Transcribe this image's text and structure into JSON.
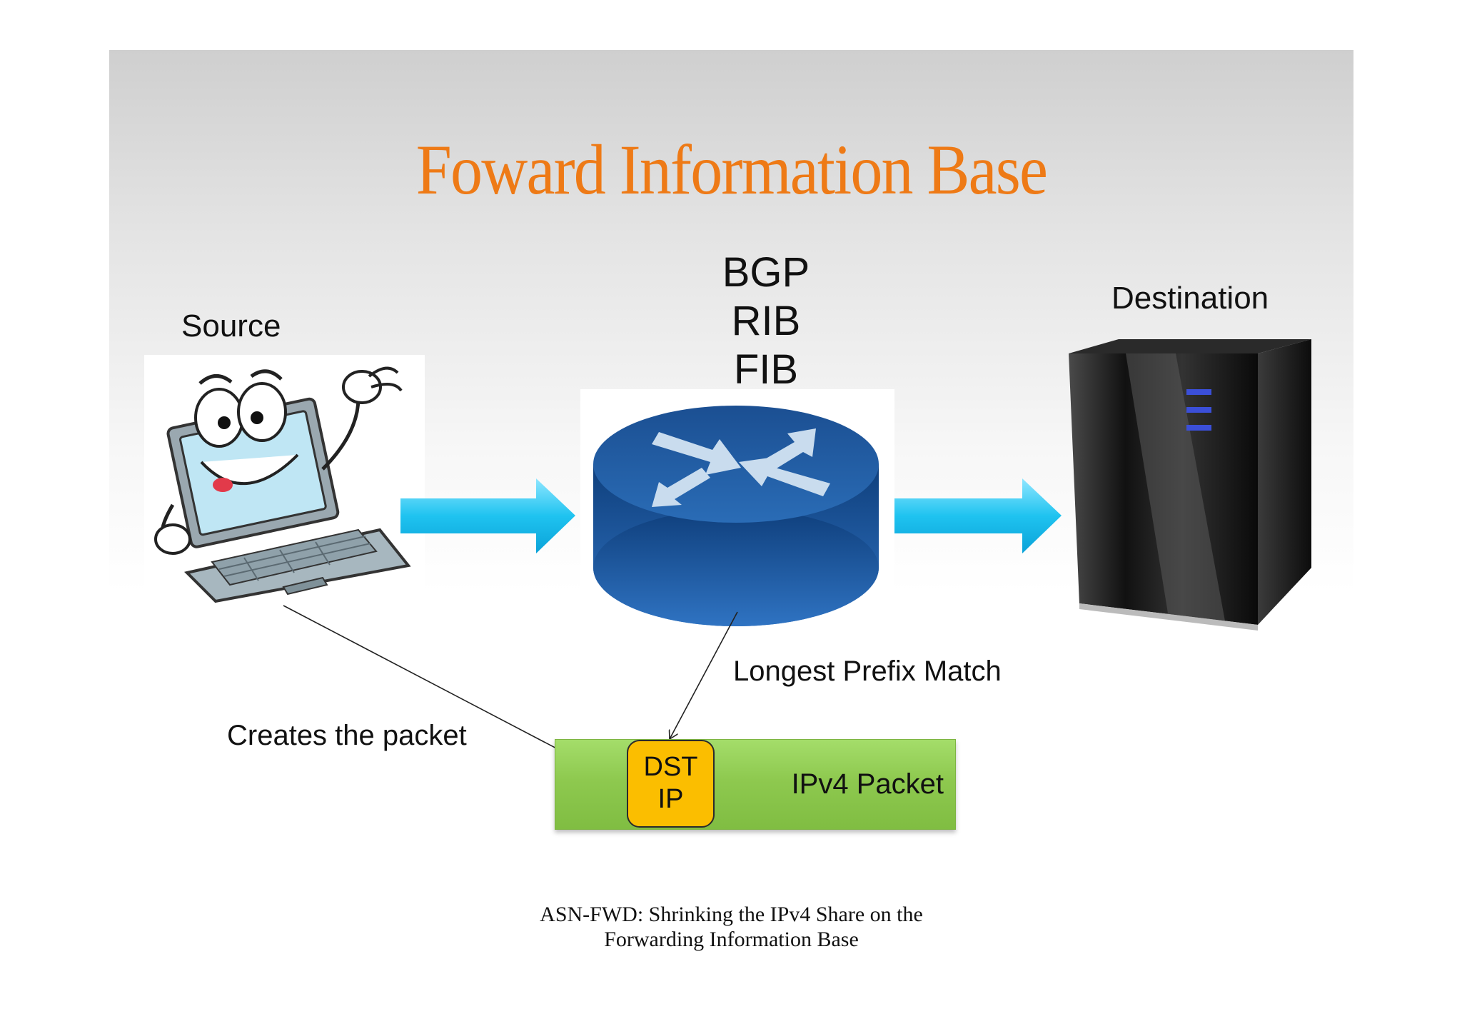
{
  "title": "Foward Information Base",
  "labels": {
    "source": "Source",
    "destination": "Destination",
    "router_stack": [
      "BGP",
      "RIB",
      "FIB"
    ],
    "longest_prefix_match": "Longest Prefix Match",
    "creates_packet": "Creates the packet"
  },
  "packet": {
    "label": "IPv4 Packet",
    "field_line1": "DST",
    "field_line2": "IP"
  },
  "footer": {
    "line1": "ASN-FWD: Shrinking the IPv4 Share on the",
    "line2": "Forwarding Information Base"
  },
  "icons": [
    "laptop-icon",
    "router-icon",
    "server-icon",
    "arrow-right-icon"
  ],
  "colors": {
    "title": "#ee7a16",
    "arrow": "#1fc3f0",
    "router": "#1f5fa8",
    "packet": "#8ec94f",
    "field": "#fbbe00"
  }
}
